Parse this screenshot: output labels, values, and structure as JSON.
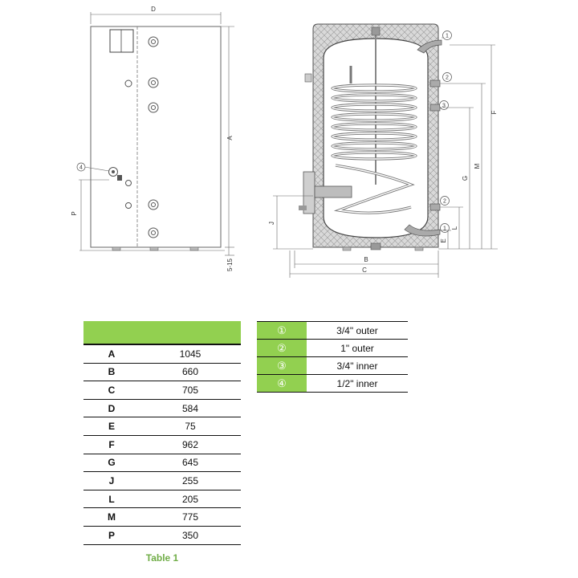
{
  "drawing": {
    "labels": {
      "D": "D",
      "A": "A",
      "P": "P",
      "gap": "5-15",
      "B": "B",
      "C": "C",
      "J": "J",
      "G": "G",
      "M": "M",
      "F": "F",
      "L": "L",
      "E": "E"
    },
    "callouts": {
      "c1": "1",
      "c2": "2",
      "c3": "3",
      "c4": "4"
    }
  },
  "dimensions": {
    "header": [
      "",
      ""
    ],
    "rows": [
      {
        "key": "A",
        "value": "1045"
      },
      {
        "key": "B",
        "value": "660"
      },
      {
        "key": "C",
        "value": "705"
      },
      {
        "key": "D",
        "value": "584"
      },
      {
        "key": "E",
        "value": "75"
      },
      {
        "key": "F",
        "value": "962"
      },
      {
        "key": "G",
        "value": "645"
      },
      {
        "key": "J",
        "value": "255"
      },
      {
        "key": "L",
        "value": "205"
      },
      {
        "key": "M",
        "value": "775"
      },
      {
        "key": "P",
        "value": "350"
      }
    ],
    "caption": "Table 1"
  },
  "connections": [
    {
      "symbol": "①",
      "value": "3/4\" outer"
    },
    {
      "symbol": "②",
      "value": "1\" outer"
    },
    {
      "symbol": "③",
      "value": "3/4\" inner"
    },
    {
      "symbol": "④",
      "value": "1/2\" inner"
    }
  ],
  "colors": {
    "accent": "#92d050",
    "caption": "#70ad47"
  }
}
